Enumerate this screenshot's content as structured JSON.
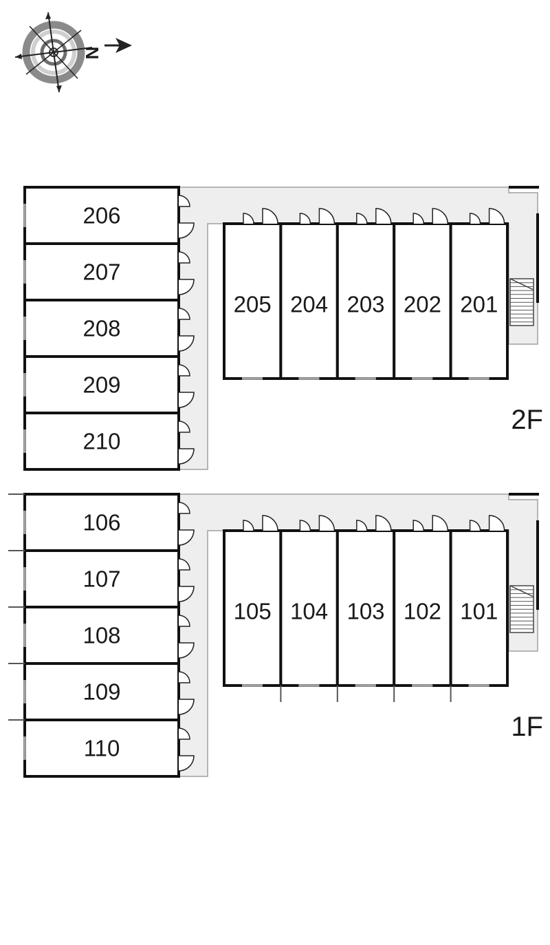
{
  "compass": {
    "north_letter": "N",
    "icon": "compass-rose-icon"
  },
  "colors": {
    "wall": "#111111",
    "corridor": "#eeeeee",
    "corridor_edge": "#b5b5b5",
    "compass_ring": "#7a7a7a"
  },
  "floors": [
    {
      "id": "floor-2",
      "label": "2F",
      "west_units": [
        "206",
        "207",
        "208",
        "209",
        "210"
      ],
      "east_units": [
        "205",
        "204",
        "203",
        "202",
        "201"
      ]
    },
    {
      "id": "floor-1",
      "label": "1F",
      "west_units": [
        "106",
        "107",
        "108",
        "109",
        "110"
      ],
      "east_units": [
        "105",
        "104",
        "103",
        "102",
        "101"
      ]
    }
  ]
}
